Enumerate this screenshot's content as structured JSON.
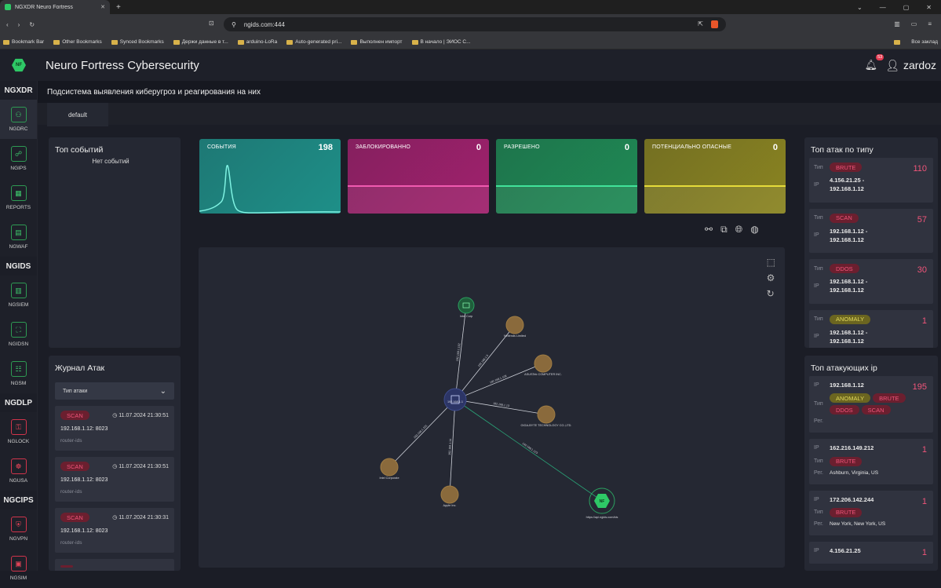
{
  "browser": {
    "tab_title": "NGXDR Neuro Fortress",
    "url": "ngids.com:444",
    "bookmarks": [
      "Bookmark Bar",
      "Other Bookmarks",
      "Synced Bookmarks",
      "Держи данные в т...",
      "arduino-LoRa",
      "Auto-generated pri...",
      "Выполнен импорт",
      "В начало | ЭИОС С..."
    ],
    "bookmarks_right": "Все заклад"
  },
  "header": {
    "title": "Neuro Fortress Cybersecurity",
    "notifications": "53",
    "user": "zardoz",
    "logo": "NF"
  },
  "subtitle": "Подсистема выявления киберугроз и реагирования на них",
  "tabs": [
    "default"
  ],
  "sidebar": [
    {
      "group": "NGXDR",
      "items": [
        {
          "label": "NGDRC",
          "active": true,
          "color": "green"
        },
        {
          "label": "NGIPS",
          "color": "green"
        },
        {
          "label": "REPORTS",
          "color": "green"
        },
        {
          "label": "NGWAF",
          "color": "green"
        }
      ]
    },
    {
      "group": "NGIDS",
      "items": [
        {
          "label": "NGSIEM",
          "color": "green"
        },
        {
          "label": "NGIDSN",
          "color": "green"
        },
        {
          "label": "NGSM",
          "color": "green"
        }
      ]
    },
    {
      "group": "NGDLP",
      "items": [
        {
          "label": "NGLOCK",
          "color": "red"
        },
        {
          "label": "NGUSA",
          "color": "red"
        }
      ]
    },
    {
      "group": "NGCIPS",
      "items": [
        {
          "label": "NGVPN",
          "color": "red"
        },
        {
          "label": "NGSIM",
          "color": "red"
        }
      ]
    }
  ],
  "top_events": {
    "title": "Топ событий",
    "empty": "Нет событий"
  },
  "stats": [
    {
      "label": "СОБЫТИЯ",
      "value": "198",
      "color": "#1e8f88"
    },
    {
      "label": "ЗАБЛОКИРОВАННО",
      "value": "0",
      "color": "#a0216d"
    },
    {
      "label": "РАЗРЕШЕНО",
      "value": "0",
      "color": "#1f8a55"
    },
    {
      "label": "ПОТЕНЦИАЛЬНО ОПАСНЫЕ",
      "value": "0",
      "color": "#8a8421"
    }
  ],
  "journal": {
    "title": "Журнал Атак",
    "filter": "Тип атаки",
    "items": [
      {
        "type": "SCAN",
        "date": "11.07.2024",
        "time": "21:30:51",
        "addr": "192.168.1.12: 8023",
        "src": "router-ids"
      },
      {
        "type": "SCAN",
        "date": "11.07.2024",
        "time": "21:30:51",
        "addr": "192.168.1.12: 8023",
        "src": "router-ids"
      },
      {
        "type": "SCAN",
        "date": "11.07.2024",
        "time": "21:30:31",
        "addr": "192.168.1.12: 8023",
        "src": "router-ids"
      }
    ]
  },
  "graph": {
    "nodes": [
      {
        "id": "router",
        "label": "192.168.1.1"
      },
      {
        "id": "n1",
        "label": "Intel Corp"
      },
      {
        "id": "n2",
        "label": "Netlends Limited"
      },
      {
        "id": "n3",
        "label": "ASUSTek COMPUTER INC."
      },
      {
        "id": "n4",
        "label": "GIGA-BYTE TECHNOLOGY CO.,LTD."
      },
      {
        "id": "n5",
        "label": "Intel Corporate"
      },
      {
        "id": "n6",
        "label": "Apple Inc."
      },
      {
        "id": "nf",
        "label": "https://api.ngids.com/ids"
      }
    ],
    "edges": [
      {
        "from": "n1",
        "label": "192.168.1.102"
      },
      {
        "from": "n2",
        "label": "192.168.1.5"
      },
      {
        "from": "n3",
        "label": "192.168.1.108"
      },
      {
        "from": "n4",
        "label": "192.168.1.13"
      },
      {
        "from": "n5",
        "label": "192.168.1.101"
      },
      {
        "from": "n6",
        "label": "192.168.1.14"
      },
      {
        "from": "nf",
        "label": "192.168.1.123"
      }
    ]
  },
  "top_attacks": {
    "title": "Топ атак по типу",
    "type_label": "Тип",
    "ip_label": "IP",
    "items": [
      {
        "type": "BRUTE",
        "count": "110",
        "ip": "4.156.21.25 - 192.168.1.12"
      },
      {
        "type": "SCAN",
        "count": "57",
        "ip": "192.168.1.12 - 192.168.1.12"
      },
      {
        "type": "DDOS",
        "count": "30",
        "ip": "192.168.1.12 - 192.168.1.12"
      },
      {
        "type": "ANOMALY",
        "count": "1",
        "ip": "192.168.1.12 - 192.168.1.12"
      }
    ]
  },
  "top_ips": {
    "title": "Топ атакующих ip",
    "ip_label": "IP",
    "type_label": "Тип",
    "region_label": "Рег.",
    "items": [
      {
        "ip": "192.168.1.12",
        "count": "195",
        "types": [
          "ANOMALY",
          "BRUTE",
          "DDOS",
          "SCAN"
        ],
        "region": ""
      },
      {
        "ip": "162.216.149.212",
        "count": "1",
        "types": [
          "BRUTE"
        ],
        "region": "Ashburn, Virginia, US"
      },
      {
        "ip": "172.206.142.244",
        "count": "1",
        "types": [
          "BRUTE"
        ],
        "region": "New York, New York, US"
      },
      {
        "ip": "4.156.21.25",
        "count": "1",
        "types": [],
        "region": ""
      }
    ]
  }
}
